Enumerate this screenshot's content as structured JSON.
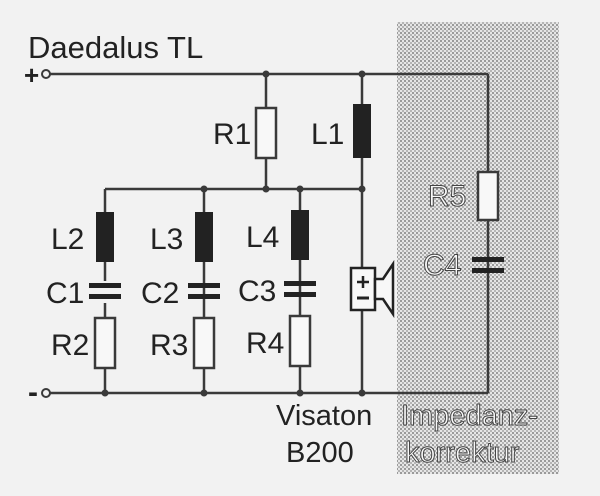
{
  "title": "Daedalus TL",
  "terminals": {
    "plus": "+",
    "minus": "-"
  },
  "components": {
    "R1": "R1",
    "L1": "L1",
    "L2": "L2",
    "L3": "L3",
    "L4": "L4",
    "C1": "C1",
    "C2": "C2",
    "C3": "C3",
    "R2": "R2",
    "R3": "R3",
    "R4": "R4",
    "R5": "R5",
    "C4": "C4"
  },
  "speaker": {
    "line1": "Visaton",
    "line2": "B200"
  },
  "section": {
    "line1": "Impedanz-",
    "line2": "korrektur"
  },
  "colors": {
    "wire": "#3a3a3a",
    "inductor": "#222222",
    "shade": "#cfcfcf",
    "background": "#f2f2f2"
  }
}
